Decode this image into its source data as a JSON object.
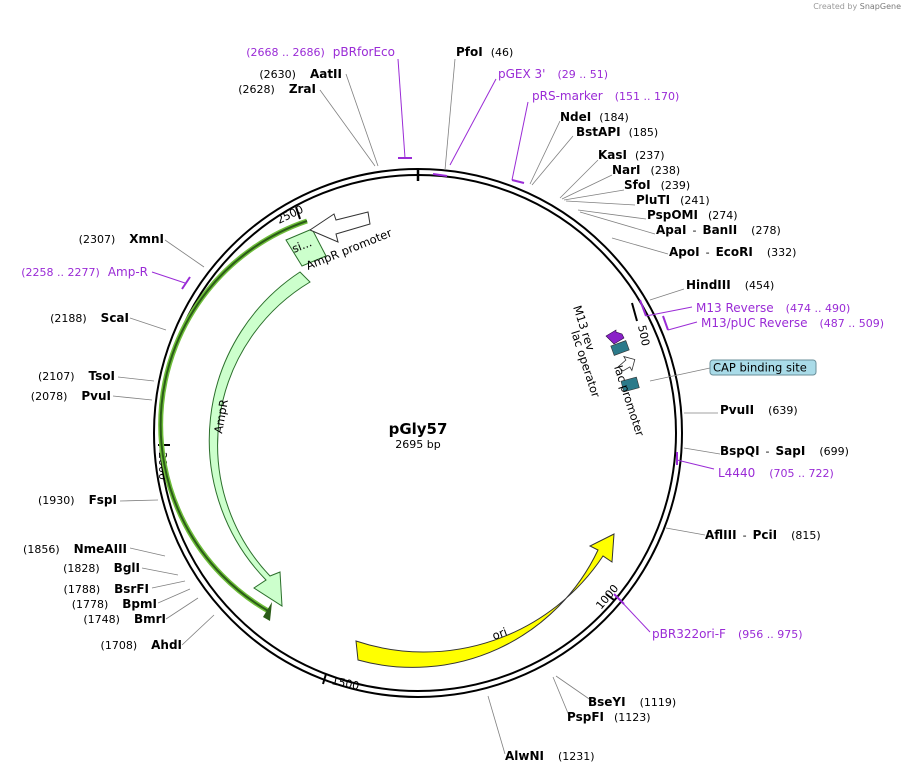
{
  "credit": {
    "prefix": "Created by",
    "brand": "SnapGene"
  },
  "plasmid": {
    "name": "pGly57",
    "length_label": "2695 bp",
    "length": 2695
  },
  "colors": {
    "primer": "#9a2bd6",
    "feature_green": "#ccffcc",
    "feature_green_stroke": "#2b6f2b",
    "ori": "#ffff00",
    "cap": "#a9dbe8",
    "lac": "#2c7a8a",
    "m13": "#8a22c8"
  },
  "ticks": [
    {
      "label": "500",
      "pos": 500
    },
    {
      "label": "1000",
      "pos": 1000
    },
    {
      "label": "1500",
      "pos": 1500
    },
    {
      "label": "2000",
      "pos": 2000
    },
    {
      "label": "2500",
      "pos": 2500
    }
  ],
  "enzymes": [
    {
      "name": "PfoI",
      "pos": "(46)"
    },
    {
      "name": "NdeI",
      "pos": "(184)"
    },
    {
      "name": "BstAPI",
      "pos": "(185)"
    },
    {
      "name": "KasI",
      "pos": "(237)"
    },
    {
      "name": "NarI",
      "pos": "(238)"
    },
    {
      "name": "SfoI",
      "pos": "(239)"
    },
    {
      "name": "PluTI",
      "pos": "(241)"
    },
    {
      "name": "PspOMI",
      "pos": "(274)"
    },
    {
      "name": "ApaI",
      "extra": "BanII",
      "pos": "(278)"
    },
    {
      "name": "ApoI",
      "extra": "EcoRI",
      "pos": "(332)"
    },
    {
      "name": "HindIII",
      "pos": "(454)"
    },
    {
      "name": "PvuII",
      "pos": "(639)"
    },
    {
      "name": "BspQI",
      "extra": "SapI",
      "pos": "(699)"
    },
    {
      "name": "AflIII",
      "extra": "PciI",
      "pos": "(815)"
    },
    {
      "name": "BseYI",
      "pos": "(1119)"
    },
    {
      "name": "PspFI",
      "pos": "(1123)"
    },
    {
      "name": "AlwNI",
      "pos": "(1231)"
    },
    {
      "name": "AhdI",
      "pos": "(1708)"
    },
    {
      "name": "BmrI",
      "pos": "(1748)"
    },
    {
      "name": "BpmI",
      "pos": "(1778)"
    },
    {
      "name": "BsrFI",
      "pos": "(1788)"
    },
    {
      "name": "BglI",
      "pos": "(1828)"
    },
    {
      "name": "NmeAIII",
      "pos": "(1856)"
    },
    {
      "name": "FspI",
      "pos": "(1930)"
    },
    {
      "name": "PvuI",
      "pos": "(2078)"
    },
    {
      "name": "TsoI",
      "pos": "(2107)"
    },
    {
      "name": "ScaI",
      "pos": "(2188)"
    },
    {
      "name": "XmnI",
      "pos": "(2307)"
    },
    {
      "name": "ZraI",
      "pos": "(2628)"
    },
    {
      "name": "AatII",
      "pos": "(2630)"
    }
  ],
  "primers": [
    {
      "name": "pBRforEco",
      "range": "(2668 .. 2686)"
    },
    {
      "name": "pGEX 3'",
      "range": "(29 .. 51)"
    },
    {
      "name": "pRS-marker",
      "range": "(151 .. 170)"
    },
    {
      "name": "M13 Reverse",
      "range": "(474 .. 490)"
    },
    {
      "name": "M13/pUC Reverse",
      "range": "(487 .. 509)"
    },
    {
      "name": "L4440",
      "range": "(705 .. 722)"
    },
    {
      "name": "pBR322ori-F",
      "range": "(956 .. 975)"
    },
    {
      "name": "Amp-R",
      "range": "(2258 .. 2277)"
    }
  ],
  "features": {
    "cap_binding_site": "CAP binding site",
    "m13_rev": "M13 rev",
    "lac_operator": "lac operator",
    "lac_promoter": "lac promoter",
    "ori": "ori",
    "ampr": "AmpR",
    "ampr_promoter": "AmpR promoter",
    "signal": "si..."
  }
}
